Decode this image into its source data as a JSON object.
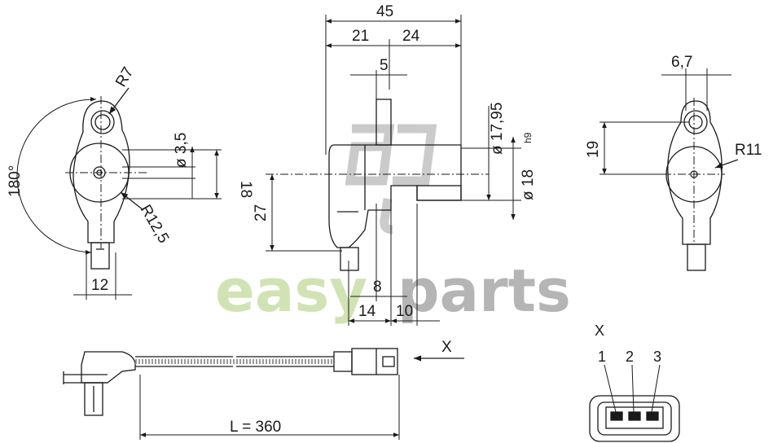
{
  "watermark": {
    "easy": "easy",
    "parts": "parts",
    "easy_color": "#c9deA8",
    "parts_color": "#a9a9a9",
    "logo_color": "#b9b9b9"
  },
  "left_view": {
    "r7": "R7",
    "angle": "180°",
    "r125": "R12,5",
    "d35": "ø 3,5",
    "h18": "18",
    "w12": "12"
  },
  "side_view": {
    "w45": "45",
    "w21": "21",
    "w24": "24",
    "w5": "5",
    "d1795": "ø 17,95",
    "d18": "ø 18",
    "h9": "h9",
    "h27": "27",
    "w8": "8",
    "w14": "14",
    "w10": "10"
  },
  "right_view": {
    "w67": "6,7",
    "h19": "19",
    "r11": "R11"
  },
  "cable_view": {
    "length": "L = 360",
    "x_arrow": "X"
  },
  "connector_view": {
    "title": "X",
    "pin1": "1",
    "pin2": "2",
    "pin3": "3"
  }
}
